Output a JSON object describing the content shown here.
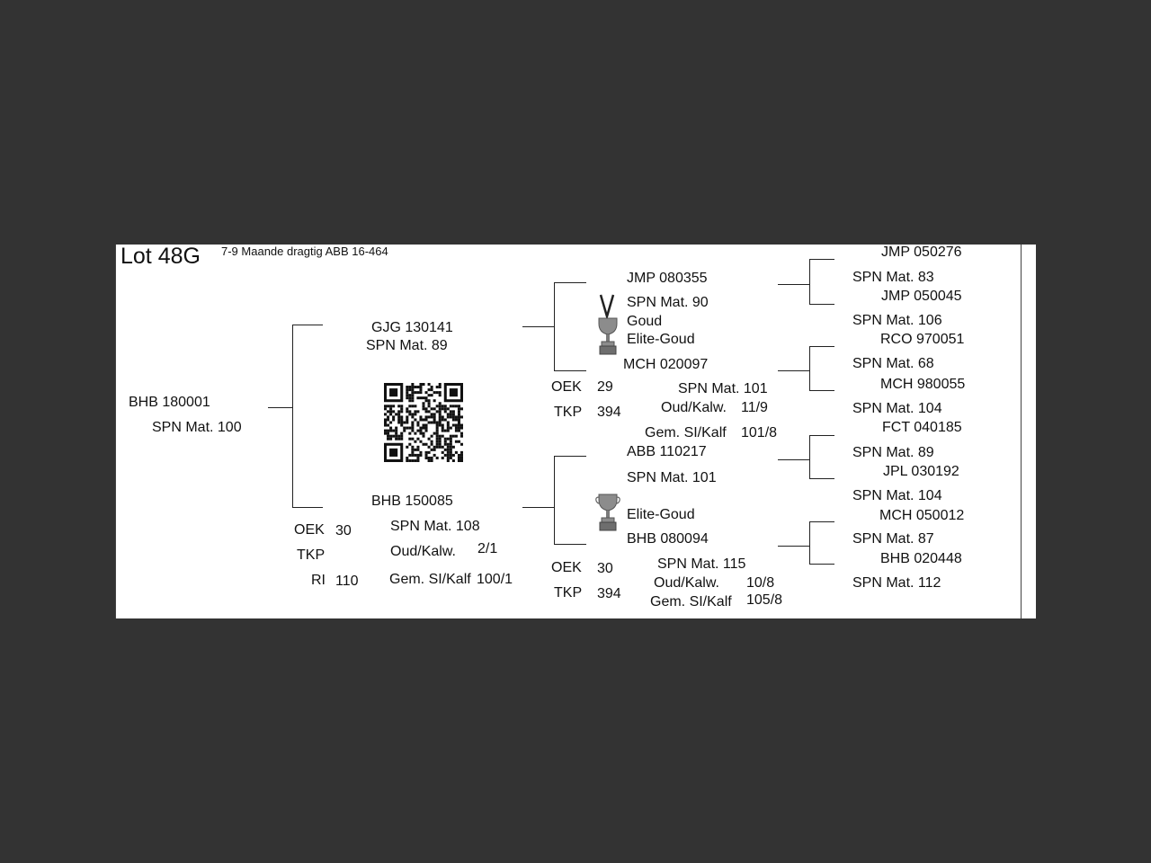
{
  "header": {
    "lot": "Lot 48G",
    "subtitle": "7-9 Maande dragtig ABB 16-464"
  },
  "animal": {
    "id": "BHB 180001",
    "spn": "SPN Mat. 100"
  },
  "sire": {
    "id": "GJG 130141",
    "spn": "SPN Mat. 89"
  },
  "dam": {
    "id": "BHB 150085",
    "spn": "SPN Mat. 108",
    "oud_kalw_label": "Oud/Kalw.",
    "oud_kalw": "2/1",
    "gem_label": "Gem. SI/Kalf",
    "gem": "100/1",
    "oek_label": "OEK",
    "oek": "30",
    "tkp_label": "TKP",
    "ri_label": "RI",
    "ri": "110"
  },
  "sire_sire": {
    "id": "JMP 080355",
    "spn": "SPN Mat. 90",
    "award1": "Goud",
    "award2": "Elite-Goud"
  },
  "sire_dam": {
    "id": "MCH 020097",
    "spn": "SPN Mat. 101",
    "oud_kalw_label": "Oud/Kalw.",
    "oud_kalw": "11/9",
    "gem_label": "Gem. SI/Kalf",
    "gem": "101/8",
    "oek_label": "OEK",
    "oek": "29",
    "tkp_label": "TKP",
    "tkp": "394"
  },
  "dam_sire": {
    "id": "ABB 110217",
    "spn": "SPN Mat. 101",
    "award": "Elite-Goud"
  },
  "dam_dam": {
    "id": "BHB 080094",
    "spn": "SPN Mat. 115",
    "oud_kalw_label": "Oud/Kalw.",
    "oud_kalw": "10/8",
    "gem_label": "Gem. SI/Kalf",
    "gem": "105/8",
    "oek_label": "OEK",
    "oek": "30",
    "tkp_label": "TKP",
    "tkp": "394"
  },
  "great_grandparents": [
    {
      "id": "JMP 050276",
      "spn": "SPN Mat. 83"
    },
    {
      "id": "JMP 050045",
      "spn": "SPN Mat. 106"
    },
    {
      "id": "RCO 970051",
      "spn": "SPN Mat. 68"
    },
    {
      "id": "MCH 980055",
      "spn": "SPN Mat. 104"
    },
    {
      "id": "FCT 040185",
      "spn": "SPN Mat. 89"
    },
    {
      "id": "JPL 030192",
      "spn": "SPN Mat. 104"
    },
    {
      "id": "MCH 050012",
      "spn": "SPN Mat. 87"
    },
    {
      "id": "BHB 020448",
      "spn": "SPN Mat. 112"
    }
  ],
  "icons": {
    "trophy": "trophy-icon",
    "medal": "medal-ribbon-icon",
    "qr": "qr-code-icon"
  }
}
